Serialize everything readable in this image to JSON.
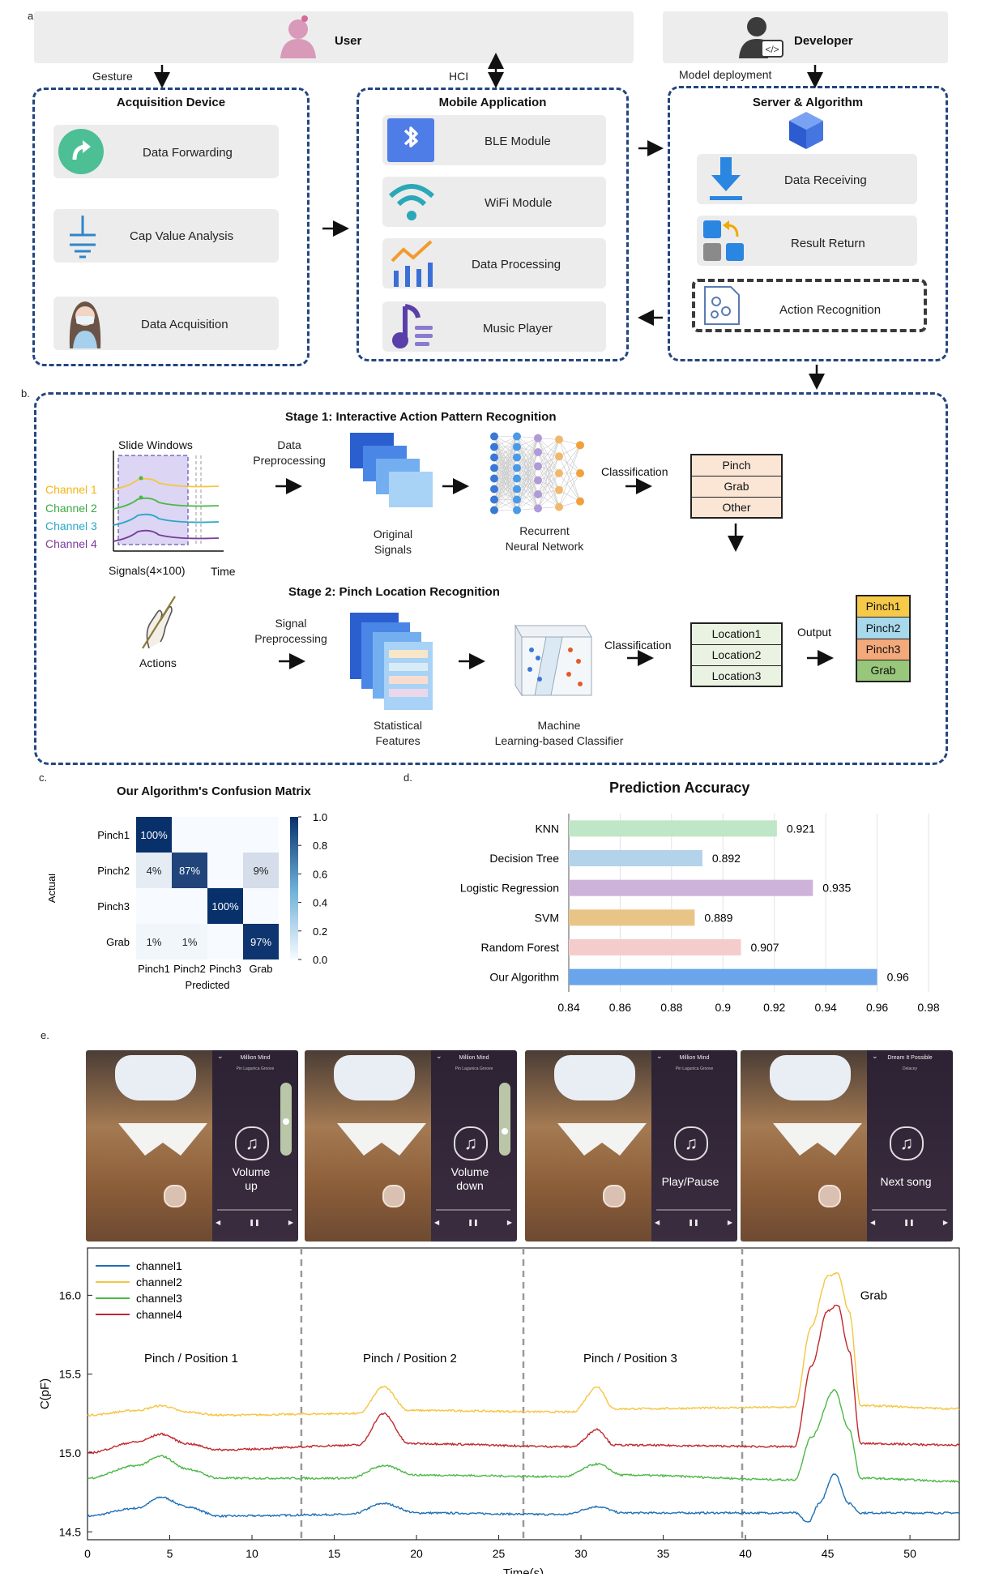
{
  "panels": {
    "a": "a.",
    "b": "b.",
    "c": "c.",
    "d": "d.",
    "e": "e."
  },
  "top": {
    "user": "User",
    "developer": "Developer",
    "gesture": "Gesture",
    "hci": "HCI",
    "model_deployment": "Model deployment"
  },
  "acquisition": {
    "title": "Acquisition Device",
    "items": [
      "Data Forwarding",
      "Cap Value Analysis",
      "Data Acquisition"
    ]
  },
  "mobile": {
    "title": "Mobile Application",
    "items": [
      "BLE Module",
      "WiFi Module",
      "Data Processing",
      "Music Player"
    ]
  },
  "server": {
    "title": "Server & Algorithm",
    "items": [
      "Data Receiving",
      "Result Return",
      "Action Recognition"
    ]
  },
  "stage1": {
    "title": "Stage 1: Interactive Action Pattern Recognition",
    "slide_windows": "Slide Windows",
    "channels": [
      "Channel 1",
      "Channel 2",
      "Channel 3",
      "Channel 4"
    ],
    "signals_label": "Signals(4×100)",
    "time_label": "Time",
    "preprocessing": [
      "Data",
      "Preprocessing"
    ],
    "original": [
      "Original",
      "Signals"
    ],
    "rnn": [
      "Recurrent",
      "Neural Network"
    ],
    "classification": "Classification",
    "classes": [
      "Pinch",
      "Grab",
      "Other"
    ]
  },
  "stage2": {
    "title": "Stage 2: Pinch Location Recognition",
    "actions": "Actions",
    "preprocessing": [
      "Signal",
      "Preprocessing"
    ],
    "features": [
      "Statistical",
      "Features"
    ],
    "ml": [
      "Machine",
      "Learning-based Classifier"
    ],
    "classification": "Classification",
    "locations": [
      "Location1",
      "Location2",
      "Location3"
    ],
    "output": "Output",
    "outputs": [
      "Pinch1",
      "Pinch2",
      "Pinch3",
      "Grab"
    ]
  },
  "colors": {
    "channel1": "#1f6fb5",
    "channel2": "#f5c542",
    "channel3": "#4cb848",
    "channel4": "#c0282d",
    "dash_blue": "#23467f",
    "out_pinch1": "#f7c948",
    "out_pinch2": "#a7d8ec",
    "out_pinch3": "#f4a97b",
    "out_grab": "#98c67a"
  },
  "music": {
    "frames": [
      {
        "song": "Million Mind",
        "artist": "Pin Lagunica Groove",
        "action": [
          "Volume",
          "up"
        ],
        "slider": 0.45
      },
      {
        "song": "Million Mind",
        "artist": "Pin Lagunica Groove",
        "action": [
          "Volume",
          "down"
        ],
        "slider": 0.3
      },
      {
        "song": "Million Mind",
        "artist": "Pin Lagunica Groove",
        "action": [
          "Play/Pause"
        ],
        "slider": null
      },
      {
        "song": "Dream It Possible",
        "artist": "Delacey",
        "action": [
          "Next song"
        ],
        "slider": null
      }
    ]
  },
  "chart_data": [
    {
      "type": "heatmap",
      "title": "Our Algorithm's Confusion Matrix",
      "xlabel": "Predicted",
      "ylabel": "Actual",
      "x": [
        "Pinch1",
        "Pinch2",
        "Pinch3",
        "Grab"
      ],
      "y": [
        "Pinch1",
        "Pinch2",
        "Pinch3",
        "Grab"
      ],
      "values": [
        [
          1.0,
          0,
          0,
          0
        ],
        [
          0.04,
          0.87,
          0,
          0.09
        ],
        [
          0,
          0,
          1.0,
          0
        ],
        [
          0.01,
          0.01,
          0,
          0.97
        ]
      ],
      "cell_labels": [
        [
          "100%",
          "",
          "",
          ""
        ],
        [
          "4%",
          "87%",
          "",
          "9%"
        ],
        [
          "",
          "",
          "100%",
          ""
        ],
        [
          "1%",
          "1%",
          "",
          "97%"
        ]
      ],
      "colorbar_ticks": [
        "0.0",
        "0.2",
        "0.4",
        "0.6",
        "0.8",
        "1.0"
      ],
      "colorbar_range": [
        0,
        1
      ]
    },
    {
      "type": "bar",
      "orientation": "horizontal",
      "title": "Prediction Accuracy",
      "categories": [
        "KNN",
        "Decision Tree",
        "Logistic Regression",
        "SVM",
        "Random Forest",
        "Our Algorithm"
      ],
      "values": [
        0.921,
        0.892,
        0.935,
        0.889,
        0.907,
        0.96
      ],
      "value_labels": [
        "0.921",
        "0.892",
        "0.935",
        "0.889",
        "0.907",
        "0.96"
      ],
      "colors": [
        "#bfe6c6",
        "#b3d3ea",
        "#cdb3d9",
        "#e8c487",
        "#f5cccc",
        "#6aa5ec"
      ],
      "xlim": [
        0.84,
        0.98
      ],
      "xticks": [
        "0.84",
        "0.86",
        "0.88",
        "0.9",
        "0.92",
        "0.94",
        "0.96",
        "0.98"
      ]
    },
    {
      "type": "line",
      "xlabel": "Time(s)",
      "ylabel": "C(pF)",
      "xlim": [
        0,
        53
      ],
      "ylim": [
        14.45,
        16.3
      ],
      "xticks": [
        "0",
        "5",
        "10",
        "15",
        "20",
        "25",
        "30",
        "35",
        "40",
        "45",
        "50"
      ],
      "yticks": [
        "14.5",
        "15.0",
        "15.5",
        "16.0"
      ],
      "dividers": [
        13,
        26.5,
        39.8
      ],
      "annotations": [
        {
          "text": "Pinch / Position 1",
          "x": 6.3,
          "y": 15.6
        },
        {
          "text": "Pinch / Position 2",
          "x": 19.6,
          "y": 15.6
        },
        {
          "text": "Pinch / Position 3",
          "x": 33,
          "y": 15.6
        },
        {
          "text": "Grab",
          "x": 47.8,
          "y": 16.0
        }
      ],
      "series": [
        {
          "name": "channel1",
          "color": "#1f6fb5",
          "baseline": 14.6,
          "x": [
            0,
            3,
            4.5,
            6,
            8,
            16,
            18,
            20,
            29,
            31,
            32.5,
            43,
            43.8,
            44.5,
            45.4,
            46.3,
            47,
            53
          ],
          "y": [
            14.6,
            14.65,
            14.72,
            14.66,
            14.6,
            14.61,
            14.68,
            14.62,
            14.61,
            14.66,
            14.62,
            14.62,
            14.56,
            14.68,
            14.87,
            14.68,
            14.62,
            14.62
          ]
        },
        {
          "name": "channel2",
          "color": "#f5c542",
          "baseline": 15.24,
          "x": [
            0,
            3,
            4.5,
            6,
            8,
            16.5,
            18,
            19.5,
            29.5,
            31,
            32,
            43,
            44,
            45,
            45.6,
            46.3,
            47,
            53
          ],
          "y": [
            15.24,
            15.27,
            15.3,
            15.26,
            15.24,
            15.25,
            15.42,
            15.27,
            15.26,
            15.42,
            15.28,
            15.29,
            15.8,
            16.12,
            16.14,
            15.9,
            15.3,
            15.28
          ]
        },
        {
          "name": "channel3",
          "color": "#4cb848",
          "baseline": 14.84,
          "x": [
            0,
            3,
            4.5,
            6,
            8,
            16,
            18,
            20,
            29,
            31,
            32.5,
            43,
            44,
            45.4,
            46.3,
            47,
            53
          ],
          "y": [
            14.84,
            14.92,
            14.98,
            14.9,
            14.84,
            14.84,
            14.92,
            14.86,
            14.85,
            14.93,
            14.86,
            14.83,
            15.1,
            15.4,
            15.15,
            14.84,
            14.82
          ]
        },
        {
          "name": "channel4",
          "color": "#c0282d",
          "baseline": 15.0,
          "x": [
            0,
            3,
            4.5,
            6,
            8,
            16.5,
            18,
            19.5,
            29.5,
            31,
            32,
            43,
            44,
            45,
            45.6,
            46.3,
            47,
            53
          ],
          "y": [
            15.0,
            15.07,
            15.12,
            15.06,
            15.02,
            15.05,
            15.25,
            15.06,
            15.04,
            15.15,
            15.05,
            15.04,
            15.55,
            15.9,
            15.94,
            15.65,
            15.06,
            15.05
          ]
        }
      ]
    }
  ]
}
